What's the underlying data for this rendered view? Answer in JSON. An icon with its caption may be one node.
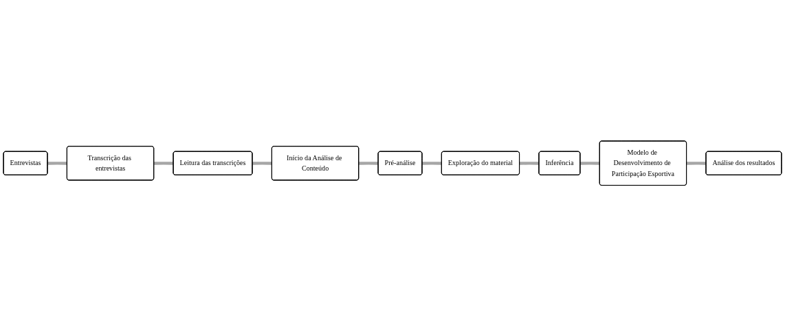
{
  "diagram": {
    "nodes": [
      {
        "text": [
          "Entrevistas"
        ]
      },
      {
        "text": [
          "Transcrição das entrevistas"
        ]
      },
      {
        "text": [
          "Leitura das transcrições"
        ]
      },
      {
        "text": [
          "Início da Análise de Conteúdo"
        ]
      },
      {
        "text": [
          "Pré-análise"
        ]
      },
      {
        "text": [
          "Exploração do material"
        ]
      },
      {
        "text": [
          "Inferência"
        ]
      },
      {
        "text": [
          "Modelo de Desenvolvimento de Participação Esportiva"
        ]
      },
      {
        "text": [
          "Análise dos resultados"
        ]
      }
    ],
    "edges": [
      {
        "from": 0,
        "to": 1,
        "arrow": "none"
      },
      {
        "from": 1,
        "to": 2,
        "arrow": "none"
      },
      {
        "from": 2,
        "to": 3,
        "arrow": "none"
      },
      {
        "from": 3,
        "to": 4,
        "arrow": "none"
      },
      {
        "from": 4,
        "to": 5,
        "arrow": "none"
      },
      {
        "from": 5,
        "to": 6,
        "arrow": "none"
      },
      {
        "from": 6,
        "to": 7,
        "arrow": "none"
      },
      {
        "from": 7,
        "to": 8,
        "arrow": "none"
      }
    ]
  }
}
